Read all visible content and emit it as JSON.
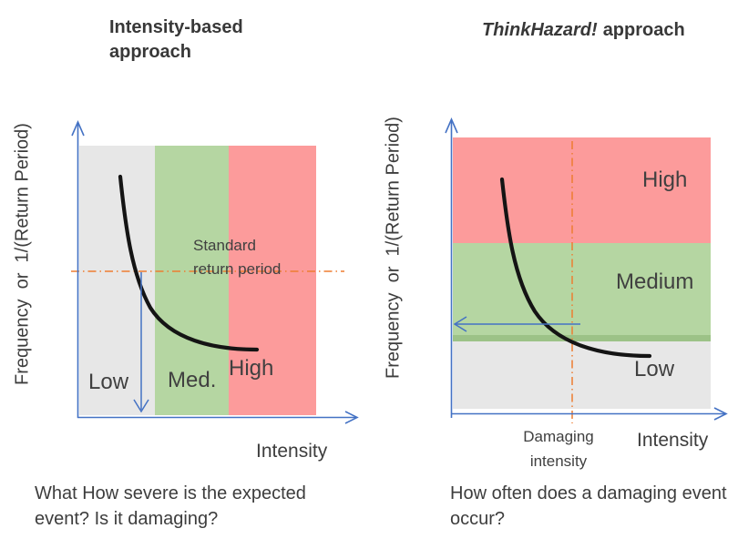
{
  "colors": {
    "band_gray": "#e7e7e7",
    "band_green": "#b5d6a2",
    "band_green_dark": "#9cc287",
    "band_red": "#fc9b9b",
    "axis_blue": "#4472c4",
    "dash_orange": "#ed7d31",
    "curve_black": "#141414",
    "text_dark": "#404040"
  },
  "left": {
    "title": "Intensity-based approach",
    "y_axis_label": "Frequency  or  1/(Return Period)",
    "x_axis_label": "Intensity",
    "annotation": "Standard\nreturn period",
    "zone_low": "Low",
    "zone_med": "Med.",
    "zone_high": "High",
    "caption": "What How severe is the expected event? Is it damaging?"
  },
  "right": {
    "title_brand": "ThinkHazard!",
    "title_rest": "approach",
    "y_axis_label": "Frequency  or  1/(Return Period)",
    "x_axis_label": "Intensity",
    "annotation": "Damaging\nintensity",
    "zone_high": "High",
    "zone_medium": "Medium",
    "zone_low": "Low",
    "caption": "How often does a damaging event occur?"
  }
}
